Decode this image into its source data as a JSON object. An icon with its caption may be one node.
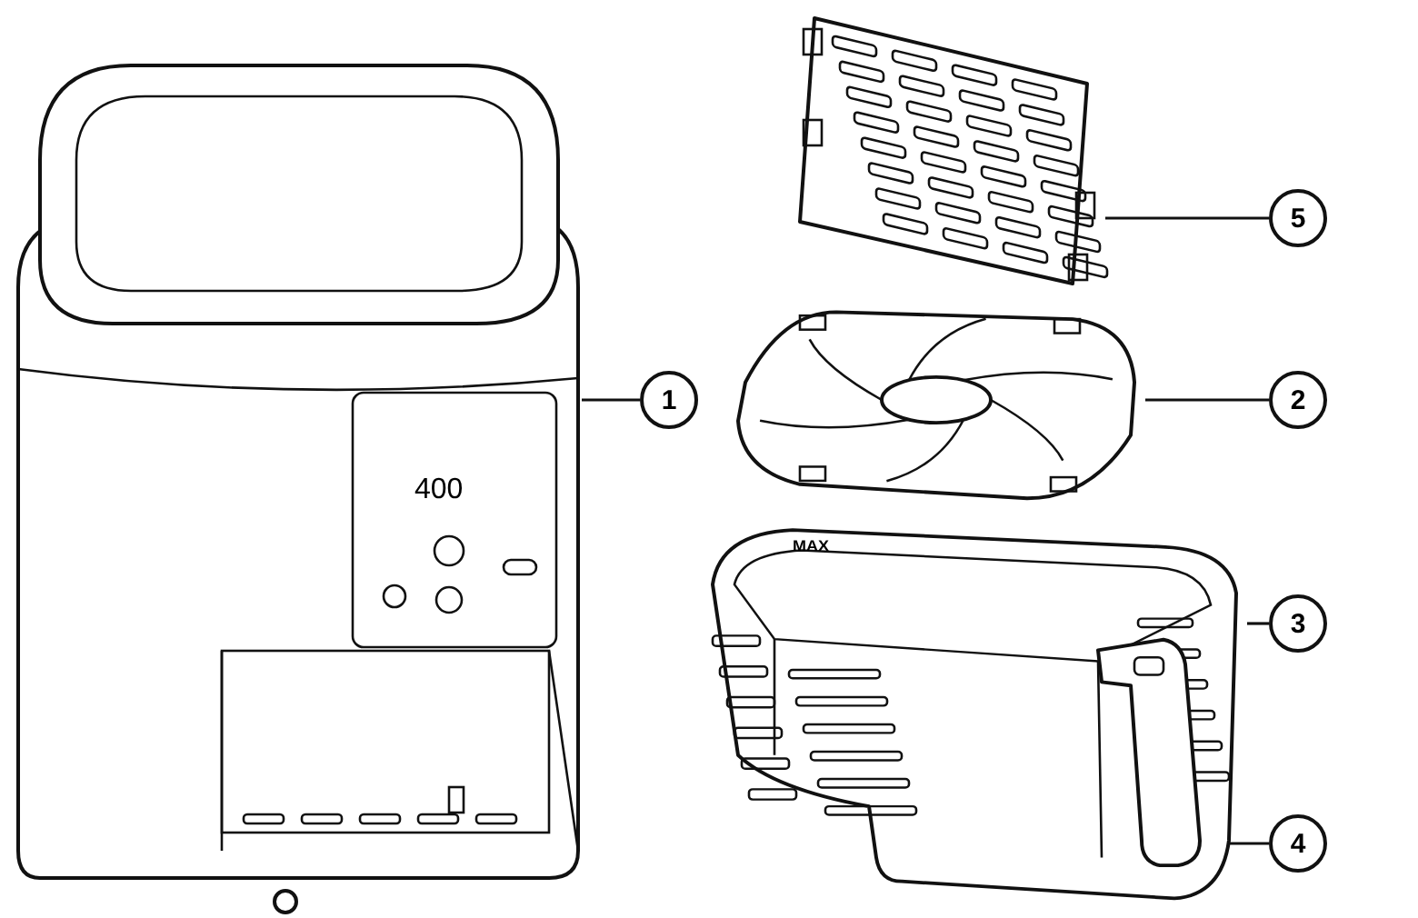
{
  "diagram": {
    "nodes": [
      {
        "text": [
          "5"
        ]
      },
      {
        "text": [
          "1"
        ]
      },
      {
        "text": [
          "2"
        ]
      },
      {
        "text": [
          "3"
        ]
      },
      {
        "text": [
          "4"
        ]
      },
      {
        "text": [],
        "shape": "picture"
      },
      {
        "text": [],
        "shape": "picture"
      },
      {
        "text": [],
        "shape": "picture"
      },
      {
        "text": [],
        "shape": "picture"
      },
      {
        "text": [],
        "shape": "picture",
        "in": 8
      }
    ],
    "edges": [
      {
        "from": 0,
        "to": 6,
        "arrow": "none"
      },
      {
        "from": 1,
        "to": 5,
        "arrow": "none"
      },
      {
        "from": 2,
        "to": 7,
        "arrow": "none"
      },
      {
        "from": 3,
        "to": 8,
        "arrow": "none"
      },
      {
        "from": 4,
        "to": 9,
        "arrow": "none"
      }
    ],
    "labels": [
      "400",
      "MAX"
    ]
  }
}
